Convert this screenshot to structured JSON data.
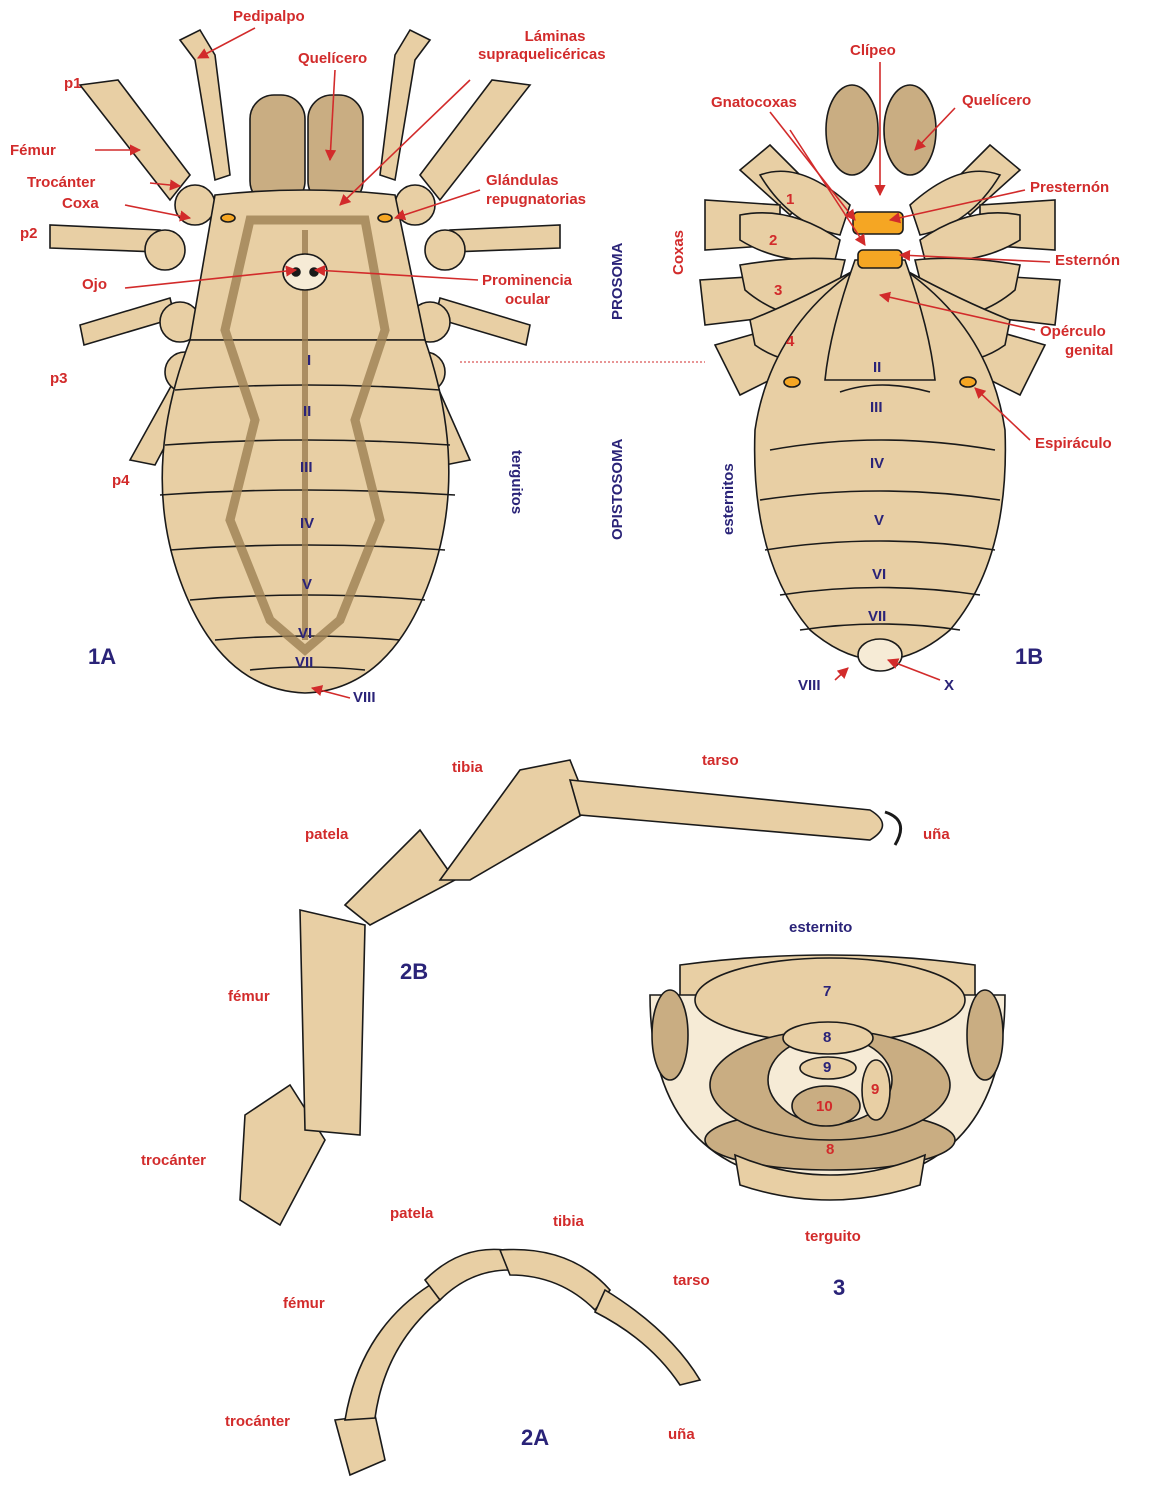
{
  "colors": {
    "body": "#e8cfa4",
    "dark": "#b89a70",
    "pattern": "#9c7f52",
    "outline": "#1a1a1a",
    "label_red": "#d22b2b",
    "label_blue": "#2a2378",
    "sternum": "#f5a623",
    "light": "#f6ebd6"
  },
  "fig1a": {
    "id": "1A",
    "labels": {
      "pedipalpo": "Pedipalpo",
      "quelicero": "Quelícero",
      "laminas_1": "Láminas",
      "laminas_2": "supraquelicéricas",
      "glandulas_1": "Glándulas",
      "glandulas_2": "repugnatorias",
      "p1": "p1",
      "p2": "p2",
      "p3": "p3",
      "p4": "p4",
      "femur": "Fémur",
      "trocanter": "Trocánter",
      "coxa": "Coxa",
      "ojo": "Ojo",
      "prominencia_1": "Prominencia",
      "prominencia_2": "ocular",
      "prosoma": "PROSOMA",
      "opistosoma": "OPISTOSOMA",
      "terguitos": "terguitos"
    },
    "segments": [
      "I",
      "II",
      "III",
      "IV",
      "V",
      "VI",
      "VII",
      "VIII"
    ]
  },
  "fig1b": {
    "id": "1B",
    "labels": {
      "clipeo": "Clípeo",
      "gnatocoxas": "Gnatocoxas",
      "quelicero": "Quelícero",
      "presternon": "Presternón",
      "esternon": "Esternón",
      "coxas": "Coxas",
      "operculo_1": "Opérculo",
      "operculo_2": "genital",
      "espiraculo": "Espiráculo",
      "esternitos": "esternitos"
    },
    "coxa_numbers": [
      "1",
      "2",
      "3",
      "4"
    ],
    "segments": [
      "II",
      "III",
      "IV",
      "V",
      "VI",
      "VII",
      "VIII",
      "X"
    ]
  },
  "fig2b": {
    "id": "2B",
    "labels": {
      "tibia": "tibia",
      "tarso": "tarso",
      "patela": "patela",
      "una": "uña",
      "femur": "fémur",
      "trocanter": "trocánter"
    }
  },
  "fig2a": {
    "id": "2A",
    "labels": {
      "patela": "patela",
      "tibia": "tibia",
      "tarso": "tarso",
      "femur": "fémur",
      "trocanter": "trocánter",
      "una": "uña"
    }
  },
  "fig3": {
    "id": "3",
    "labels": {
      "esternito": "esternito",
      "terguito": "terguito"
    },
    "plates": [
      "7",
      "8",
      "9",
      "9",
      "10",
      "8"
    ]
  }
}
